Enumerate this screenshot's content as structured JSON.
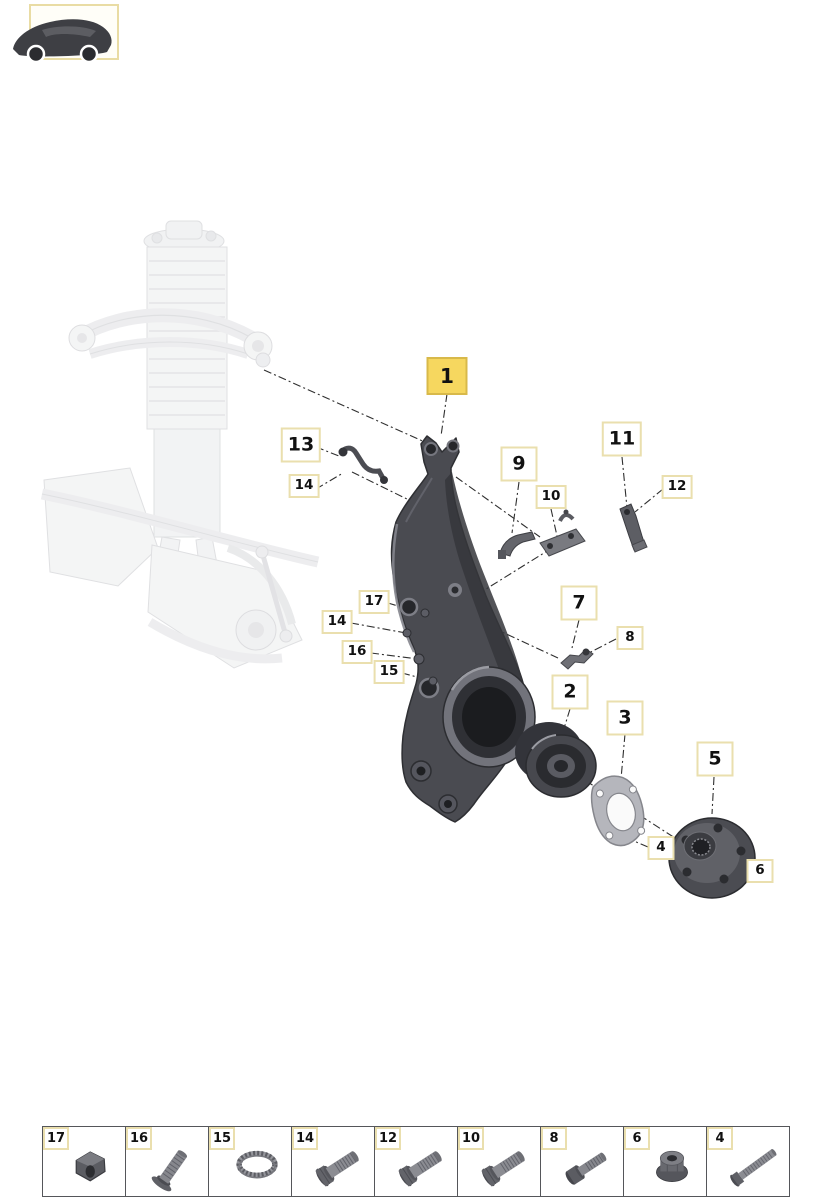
{
  "colors": {
    "highlight_bg": "#f6d75f",
    "highlight_border": "#d8b94a",
    "box_border": "#eadfae",
    "line": "#2f2f2f",
    "strip_border": "#55565a",
    "part_dark": "#46474d",
    "part_mid": "#6a6b71",
    "part_light": "#8b8c92",
    "faded_gray": "#d8d9dc"
  },
  "callouts": [
    {
      "id": "1",
      "style": "highlight"
    },
    {
      "id": "13",
      "style": "major"
    },
    {
      "id": "14",
      "style": "minor"
    },
    {
      "id": "9",
      "style": "major"
    },
    {
      "id": "10",
      "style": "minor"
    },
    {
      "id": "11",
      "style": "major"
    },
    {
      "id": "12",
      "style": "minor"
    },
    {
      "id": "17",
      "style": "minor"
    },
    {
      "id": "14",
      "style": "minor"
    },
    {
      "id": "16",
      "style": "minor"
    },
    {
      "id": "15",
      "style": "minor"
    },
    {
      "id": "7",
      "style": "major"
    },
    {
      "id": "8",
      "style": "minor"
    },
    {
      "id": "2",
      "style": "major"
    },
    {
      "id": "3",
      "style": "major"
    },
    {
      "id": "4",
      "style": "minor"
    },
    {
      "id": "5",
      "style": "major"
    },
    {
      "id": "6",
      "style": "minor"
    }
  ],
  "strip": {
    "cells": [
      {
        "label": "17",
        "icon": "clamp-icon"
      },
      {
        "label": "16",
        "icon": "screw-washer-icon"
      },
      {
        "label": "15",
        "icon": "serrated-ring-icon"
      },
      {
        "label": "14",
        "icon": "hex-bolt-icon"
      },
      {
        "label": "12",
        "icon": "hex-bolt-icon"
      },
      {
        "label": "10",
        "icon": "hex-bolt-icon"
      },
      {
        "label": "8",
        "icon": "socket-screw-icon"
      },
      {
        "label": "6",
        "icon": "collar-nut-icon"
      },
      {
        "label": "4",
        "icon": "long-screw-icon"
      }
    ]
  }
}
